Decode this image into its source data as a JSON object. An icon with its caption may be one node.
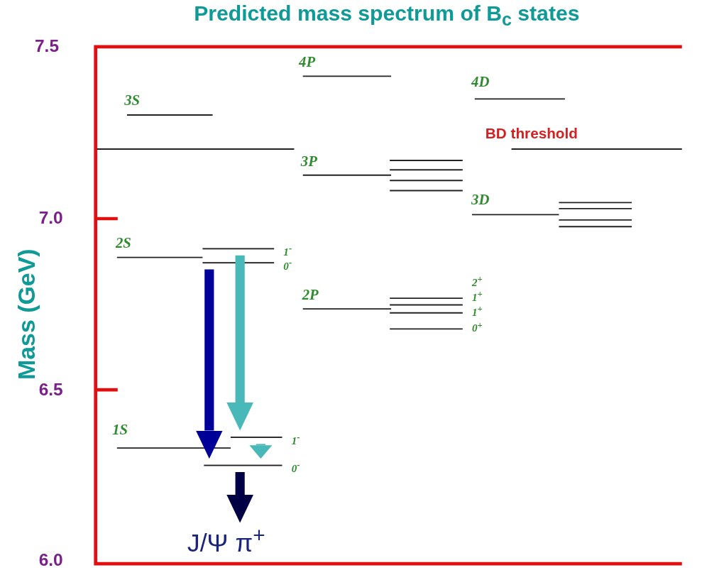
{
  "diagram": {
    "title": "Predicted mass spectrum of B$_{c}$ states",
    "nodes": [
      {
        "text": [
          "1$^{-}$"
        ]
      },
      {
        "text": [
          "0$^{-}$"
        ]
      },
      {
        "text": [
          "1$^{-}$"
        ]
      },
      {
        "text": [
          "0$^{-}$"
        ]
      },
      {
        "text": [
          "J/Ψ π$^{+}$"
        ]
      }
    ],
    "edges": [
      {
        "from": 1,
        "to": 3,
        "arrow": "to",
        "color": "#000099"
      },
      {
        "from": 0,
        "to": 2,
        "arrow": "to",
        "color": "#48b8b8"
      },
      {
        "from": 2,
        "to": 3,
        "arrow": "to",
        "color": "#48b8b8"
      },
      {
        "from": 3,
        "to": 4,
        "arrow": "to",
        "color": "#000044"
      }
    ],
    "labels": [
      "7.5",
      "4P",
      "4D",
      "3S",
      "BD threshold",
      "3P",
      "3D",
      "7.0",
      "2S",
      "Mass (GeV)",
      "2P",
      "2$^{+}$",
      "1$^{+}$",
      "1$^{+}$",
      "0$^{+}$",
      "6.5",
      "1S",
      "6.0"
    ]
  }
}
